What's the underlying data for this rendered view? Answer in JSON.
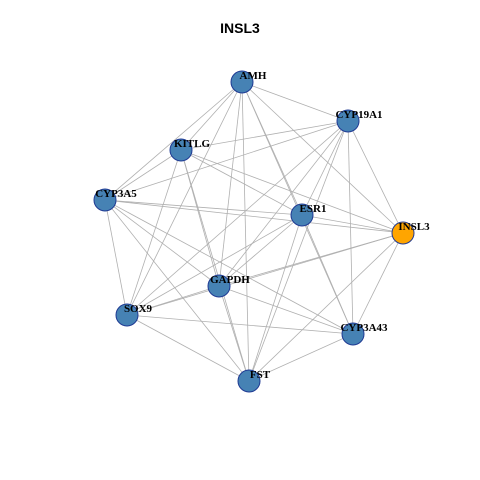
{
  "title": "INSL3",
  "colors": {
    "node_default": "#4682b4",
    "node_highlight": "#ffa500",
    "node_border": "#1f3a93",
    "edge": "#b0b0b0"
  },
  "nodes": [
    {
      "id": "AMH",
      "label": "AMH",
      "highlight": false
    },
    {
      "id": "CYP19A1",
      "label": "CYP19A1",
      "highlight": false
    },
    {
      "id": "KITLG",
      "label": "KITLG",
      "highlight": false
    },
    {
      "id": "CYP3A5",
      "label": "CYP3A5",
      "highlight": false
    },
    {
      "id": "ESR1",
      "label": "ESR1",
      "highlight": false
    },
    {
      "id": "INSL3",
      "label": "INSL3",
      "highlight": true
    },
    {
      "id": "GAPDH",
      "label": "GAPDH",
      "highlight": false
    },
    {
      "id": "SOX9",
      "label": "SOX9",
      "highlight": false
    },
    {
      "id": "CYP3A43",
      "label": "CYP3A43",
      "highlight": false
    },
    {
      "id": "FST",
      "label": "FST",
      "highlight": false
    }
  ],
  "edges": [
    [
      "AMH",
      "CYP19A1"
    ],
    [
      "AMH",
      "KITLG"
    ],
    [
      "AMH",
      "CYP3A5"
    ],
    [
      "AMH",
      "ESR1"
    ],
    [
      "AMH",
      "INSL3"
    ],
    [
      "AMH",
      "GAPDH"
    ],
    [
      "AMH",
      "SOX9"
    ],
    [
      "AMH",
      "CYP3A43"
    ],
    [
      "AMH",
      "FST"
    ],
    [
      "CYP19A1",
      "KITLG"
    ],
    [
      "CYP19A1",
      "CYP3A5"
    ],
    [
      "CYP19A1",
      "ESR1"
    ],
    [
      "CYP19A1",
      "INSL3"
    ],
    [
      "CYP19A1",
      "GAPDH"
    ],
    [
      "CYP19A1",
      "SOX9"
    ],
    [
      "CYP19A1",
      "CYP3A43"
    ],
    [
      "CYP19A1",
      "FST"
    ],
    [
      "KITLG",
      "CYP3A5"
    ],
    [
      "KITLG",
      "ESR1"
    ],
    [
      "KITLG",
      "INSL3"
    ],
    [
      "KITLG",
      "GAPDH"
    ],
    [
      "KITLG",
      "SOX9"
    ],
    [
      "KITLG",
      "FST"
    ],
    [
      "CYP3A5",
      "ESR1"
    ],
    [
      "CYP3A5",
      "INSL3"
    ],
    [
      "CYP3A5",
      "GAPDH"
    ],
    [
      "CYP3A5",
      "SOX9"
    ],
    [
      "CYP3A5",
      "FST"
    ],
    [
      "CYP3A5",
      "CYP3A43"
    ],
    [
      "ESR1",
      "INSL3"
    ],
    [
      "ESR1",
      "GAPDH"
    ],
    [
      "ESR1",
      "SOX9"
    ],
    [
      "ESR1",
      "CYP3A43"
    ],
    [
      "ESR1",
      "FST"
    ],
    [
      "INSL3",
      "GAPDH"
    ],
    [
      "INSL3",
      "SOX9"
    ],
    [
      "INSL3",
      "CYP3A43"
    ],
    [
      "INSL3",
      "FST"
    ],
    [
      "GAPDH",
      "SOX9"
    ],
    [
      "GAPDH",
      "CYP3A43"
    ],
    [
      "GAPDH",
      "FST"
    ],
    [
      "SOX9",
      "FST"
    ],
    [
      "SOX9",
      "CYP3A43"
    ],
    [
      "CYP3A43",
      "FST"
    ]
  ]
}
